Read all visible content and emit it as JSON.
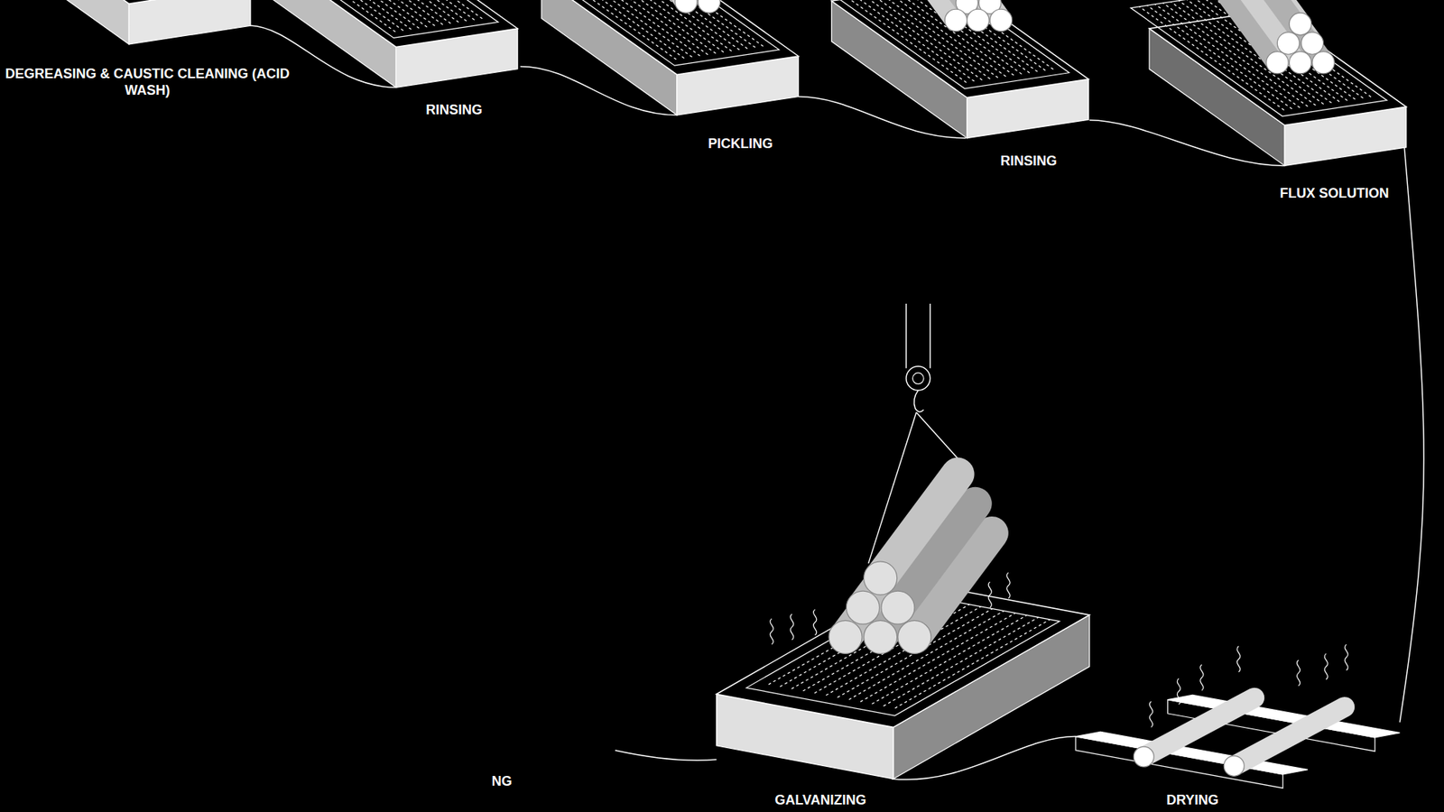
{
  "diagram": {
    "nodes": [
      {
        "text": [
          "DEGREASING & CAUSTIC CLEANING (ACID WASH)"
        ]
      },
      {
        "text": [
          "RINSING"
        ]
      },
      {
        "text": [
          "PICKLING"
        ]
      },
      {
        "text": [
          "RINSING"
        ]
      },
      {
        "text": [
          "FLUX SOLUTION"
        ]
      },
      {
        "text": [
          "DRYING"
        ]
      },
      {
        "text": [
          "GALVANIZING"
        ]
      }
    ],
    "edges": [
      {
        "from": 0,
        "to": 1,
        "arrow": "none"
      },
      {
        "from": 1,
        "to": 2,
        "arrow": "none"
      },
      {
        "from": 2,
        "to": 3,
        "arrow": "none"
      },
      {
        "from": 3,
        "to": 4,
        "arrow": "none"
      },
      {
        "from": 4,
        "to": 5,
        "arrow": "none"
      },
      {
        "from": 5,
        "to": 6,
        "arrow": "none"
      }
    ],
    "labels": [
      "NG"
    ]
  }
}
